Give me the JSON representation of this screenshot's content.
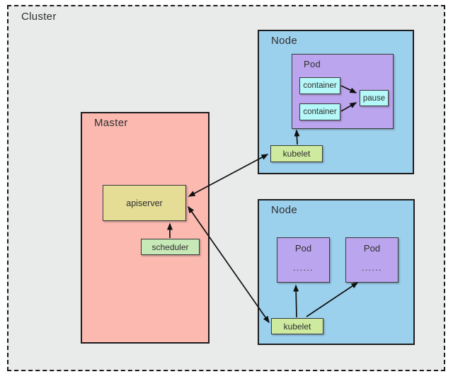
{
  "diagram": {
    "cluster": {
      "label": "Cluster"
    },
    "master": {
      "label": "Master",
      "apiserver": {
        "label": "apiserver"
      },
      "scheduler": {
        "label": "scheduler"
      }
    },
    "node_top": {
      "label": "Node",
      "pod": {
        "label": "Pod",
        "containers": [
          {
            "label": "container"
          },
          {
            "label": "container"
          }
        ],
        "pause": {
          "label": "pause"
        }
      },
      "kubelet": {
        "label": "kubelet"
      }
    },
    "node_bottom": {
      "label": "Node",
      "pods": [
        {
          "label": "Pod",
          "dots": "......"
        },
        {
          "label": "Pod",
          "dots": "......"
        }
      ],
      "kubelet": {
        "label": "kubelet"
      }
    },
    "colors": {
      "canvas_bg": "#ffffff",
      "cluster_bg": "#e9eaea",
      "cluster_border": "#1a1a1a",
      "master_bg": "#fbb9b0",
      "node_bg": "#9cd1ee",
      "pod_bg": "#bba5ee",
      "container_bg": "#b4f8f9",
      "pause_bg": "#b4f8f9",
      "apiserver_bg": "#e5dd95",
      "scheduler_bg": "#c7e9b7",
      "kubelet_bg": "#cdea9f",
      "arrow": "#111111",
      "text": "#2f2f2f"
    }
  }
}
